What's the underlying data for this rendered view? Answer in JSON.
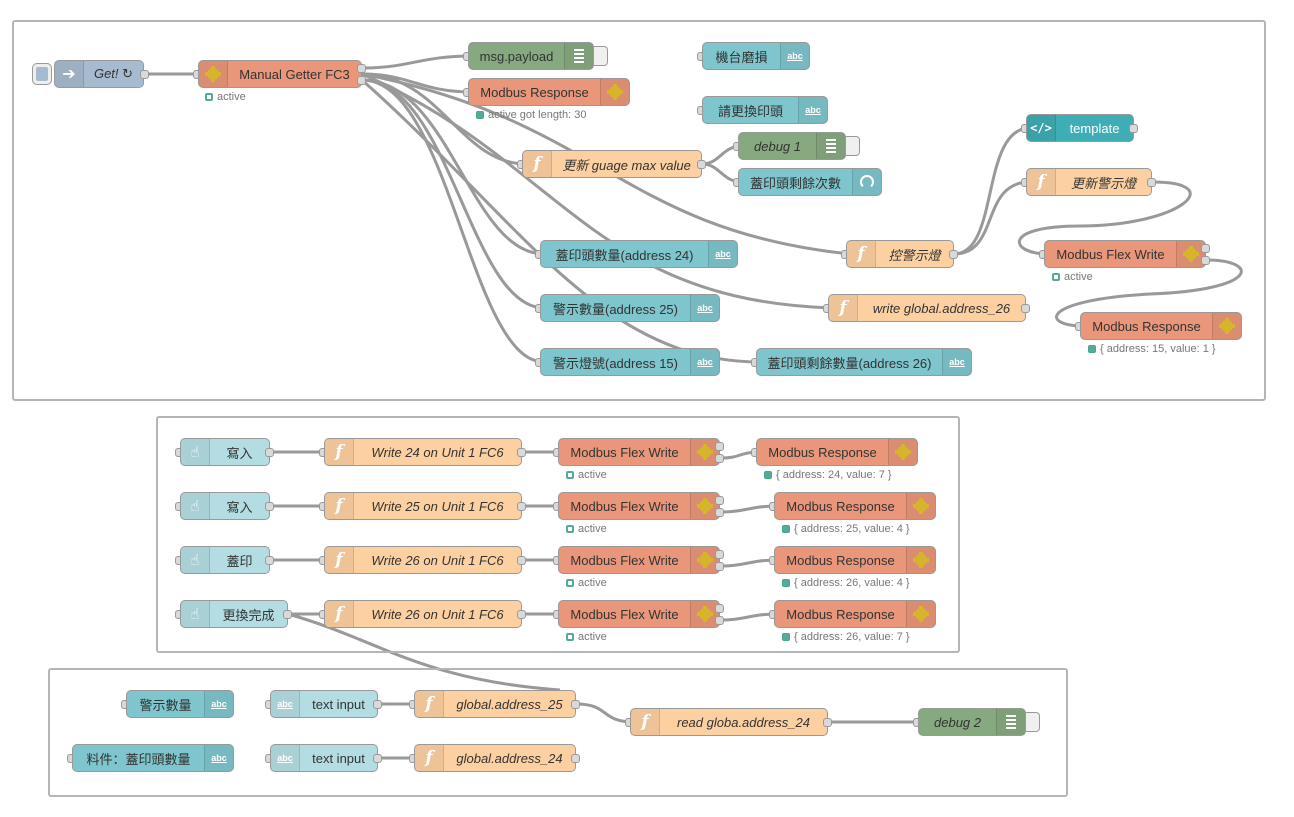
{
  "flow": {
    "nodes": {
      "get": "Get! ↻",
      "manual_getter": "Manual Getter FC3",
      "manual_getter_status": "active",
      "msg_payload": "msg.payload",
      "modbus_response_1": "Modbus Response",
      "modbus_response_1_status": "active got length: 30",
      "machine_wear": "機台磨損",
      "replace_head": "請更換印頭",
      "template": "template",
      "update_gauge": "更新 guage max value",
      "debug1": "debug 1",
      "remaining_gauge": "蓋印頭剩餘次數",
      "update_light": "更新警示燈",
      "control_light": "控警示燈",
      "flex_write_top": "Modbus Flex Write",
      "flex_write_top_status": "active",
      "modbus_response_top": "Modbus Response",
      "modbus_response_top_status": "{ address: 15, value: 1 }",
      "head_count": "蓋印頭數量(address 24)",
      "warn_count": "警示數量(address 25)",
      "warn_light_no": "警示燈號(address 15)",
      "write_global_26": "write global.address_26",
      "remaining_count": "蓋印頭剩餘數量(address 26)"
    },
    "write_rows": [
      {
        "inject": "寫入",
        "func": "Write 24 on Unit 1 FC6",
        "flex": "Modbus Flex Write",
        "flex_status": "active",
        "resp": "Modbus Response",
        "resp_status": "{ address: 24, value: 7 }"
      },
      {
        "inject": "寫入",
        "func": "Write 25 on Unit 1 FC6",
        "flex": "Modbus Flex Write",
        "flex_status": "active",
        "resp": "Modbus Response",
        "resp_status": "{ address: 25, value: 4 }"
      },
      {
        "inject": "蓋印",
        "func": "Write 26 on Unit 1 FC6",
        "flex": "Modbus Flex Write",
        "flex_status": "active",
        "resp": "Modbus Response",
        "resp_status": "{ address: 26, value: 4 }"
      },
      {
        "inject": "更換完成",
        "func": "Write 26 on Unit 1 FC6",
        "flex": "Modbus Flex Write",
        "flex_status": "active",
        "resp": "Modbus Response",
        "resp_status": "{ address: 26, value: 7 }"
      }
    ],
    "bottom": {
      "warn_count_text": "警示數量",
      "material_head_count": "料件：蓋印頭數量",
      "text_input_1": "text input",
      "text_input_2": "text input",
      "global_25": "global.address_25",
      "global_24": "global.address_24",
      "read_global_24": "read globa.address_24",
      "debug2": "debug 2"
    }
  },
  "colors": {
    "inject": "#a6bbcf",
    "modbus": "#e9967a",
    "function": "#fdd0a2",
    "ui": "#7ec5cd",
    "debug": "#87a980",
    "template": "#3fadb5",
    "button": "#b3dde3",
    "status_green": "#5a9"
  }
}
